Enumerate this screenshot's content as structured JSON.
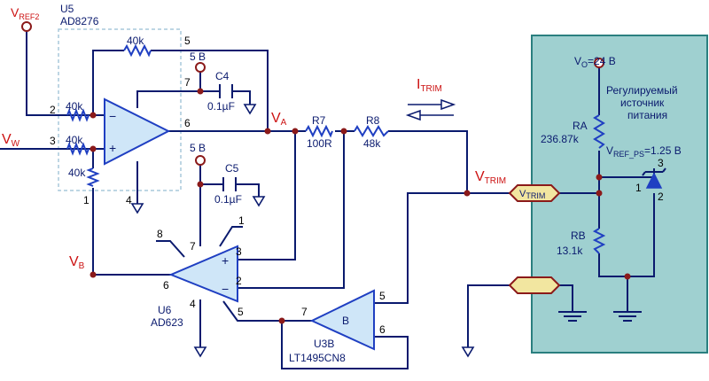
{
  "labels": {
    "vref2_main": "V",
    "vref2_sub": "REF2",
    "u5_ref": "U5",
    "u5_part": "AD8276",
    "u6_ref": "U6",
    "u6_part": "AD623",
    "u3_ref": "U3B",
    "u3_part": "LT1495CN8",
    "u3_unit": "B",
    "vw_main": "V",
    "vw_sub": "W",
    "va_main": "V",
    "va_sub": "A",
    "vb_main": "V",
    "vb_sub": "B",
    "vtrim_main": "V",
    "vtrim_sub": "TRIM",
    "itrim_main": "I",
    "itrim_sub": "TRIM",
    "r7_ref": "R7",
    "r7_val": "100R",
    "r8_ref": "R8",
    "r8_val": "48k",
    "r_fb": "40k",
    "r_in1": "40k",
    "r_in2": "40k",
    "r_ref": "40k",
    "c4_ref": "C4",
    "c4_val": "0.1µF",
    "c5_ref": "C5",
    "c5_val": "0.1µF",
    "supply1": "5 В",
    "supply2": "5 В",
    "ra_ref": "RA",
    "ra_val": "236.87k",
    "rb_ref": "RB",
    "rb_val": "13.1k",
    "vo_main": "V",
    "vo_sub": "O",
    "vo_val": "=24 В",
    "vrefps_main": "V",
    "vrefps_sub": "REF_PS",
    "vrefps_val": "=1.25 В",
    "psu_line1": "Регулируемый",
    "psu_line2": "источник",
    "psu_line3": "питания",
    "connector_main": "V",
    "connector_sub": "TRIM",
    "op_minus": "−",
    "op_plus": "+",
    "ia_plus": "+",
    "ia_minus": "−"
  },
  "pins": {
    "u5_p1": "1",
    "u5_p2": "2",
    "u5_p3": "3",
    "u5_p4": "4",
    "u5_p5": "5",
    "u5_p6": "6",
    "u5_p7": "7",
    "u6_p1": "1",
    "u6_p2": "2",
    "u6_p3": "3",
    "u6_p4": "4",
    "u6_p5": "5",
    "u6_p6": "6",
    "u6_p7": "7",
    "u6_p8": "8",
    "u3_p5": "5",
    "u3_p6": "6",
    "u3_p7": "7",
    "tl_p1": "1",
    "tl_p2": "2",
    "tl_p3": "3"
  },
  "colors": {
    "wire": "#0a1a6e",
    "resistor": "#1f3fc2",
    "node": "#8b1a1a",
    "signal_label": "#cc1111",
    "psu_fill": "#9fd0d0",
    "ic_fill": "#cfe6f8",
    "connector_fill": "#f2e6a0"
  }
}
